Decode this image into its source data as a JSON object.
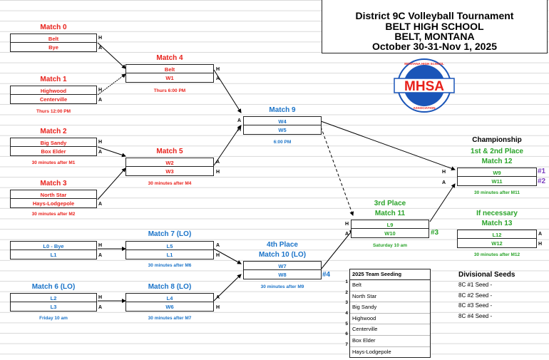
{
  "header": {
    "line1": "District 9C Volleyball Tournament",
    "line2": "BELT HIGH SCHOOL",
    "line3": "BELT, MONTANA",
    "line4": "October 30-31-Nov 1, 2025"
  },
  "logo": {
    "text": "MHSA",
    "ring_text": "MONTANA HIGH SCHOOL ASSOCIATION",
    "color_red": "#e8201a",
    "color_blue": "#1a55b8"
  },
  "matches": {
    "m0": {
      "title": "Match 0",
      "top": "Belt",
      "bottom": "Bye"
    },
    "m1": {
      "title": "Match 1",
      "top": "Highwood",
      "bottom": "Centerville",
      "note": "Thurs 12:00 PM"
    },
    "m2": {
      "title": "Match 2",
      "top": "Big Sandy",
      "bottom": "Box Elder",
      "note": "30 minutes after M1"
    },
    "m3": {
      "title": "Match 3",
      "top": "North Star",
      "bottom": "Hays-Lodgepole",
      "note": "30 minutes after M2"
    },
    "m4": {
      "title": "Match 4",
      "top": "Belt",
      "bottom": "W1",
      "note": "Thurs 6:00 PM"
    },
    "m5": {
      "title": "Match 5",
      "top": "W2",
      "bottom": "W3",
      "note": "30 minutes after M4"
    },
    "m9": {
      "title": "Match  9",
      "top": "W4",
      "bottom": "W5",
      "note": "6:00 PM"
    },
    "m6lo": {
      "title": "Match 6 (LO)",
      "top": "L2",
      "bottom": "L3",
      "note": "Friday 10 am"
    },
    "m7lo": {
      "title": "Match  7 (LO)",
      "top": "L5",
      "bottom": "L1",
      "note": "30 minutes after M6"
    },
    "m8lo": {
      "title": "Match  8 (LO)",
      "top": "L4",
      "bottom": "W6",
      "note": "30 minutes after M7"
    },
    "pre7": {
      "top": "L0 - Bye",
      "bottom": "L1"
    },
    "m10": {
      "caption": "4th Place",
      "title": "Match  10 (LO)",
      "top": "W7",
      "bottom": "W8",
      "note": "30 minutes after M9",
      "seed": "#4"
    },
    "m11": {
      "caption": "3rd Place",
      "title": "Match  11",
      "top": "L9",
      "bottom": "W10",
      "note": "Saturday 10 am",
      "seed": "#3"
    },
    "m12": {
      "caption": "Championship",
      "caption2": "1st & 2nd Place",
      "title": "Match  12",
      "top": "W9",
      "bottom": "W11",
      "note": "30 minutes after M11",
      "seed1": "#1",
      "seed2": "#2"
    },
    "m13": {
      "caption": "If  necessary",
      "title": "Match  13",
      "top": "L12",
      "bottom": "W12",
      "note": "30 minutes after M12"
    }
  },
  "ha": {
    "h": "H",
    "a": "A"
  },
  "seeding": {
    "title": "2025 Team Seeding",
    "rows": [
      {
        "num": "1",
        "team": "Belt"
      },
      {
        "num": "2",
        "team": "North Star"
      },
      {
        "num": "3",
        "team": "Big Sandy"
      },
      {
        "num": "4",
        "team": "Highwood"
      },
      {
        "num": "5",
        "team": "Centerville"
      },
      {
        "num": "6",
        "team": "Box Elder"
      },
      {
        "num": "7",
        "team": "Hays-Lodgepole"
      }
    ]
  },
  "divisional": {
    "title": "Divisional Seeds",
    "items": [
      "8C #1 Seed  -",
      "8C #2 Seed -",
      "8C #3 Seed -",
      "8C #4 Seed -"
    ]
  }
}
